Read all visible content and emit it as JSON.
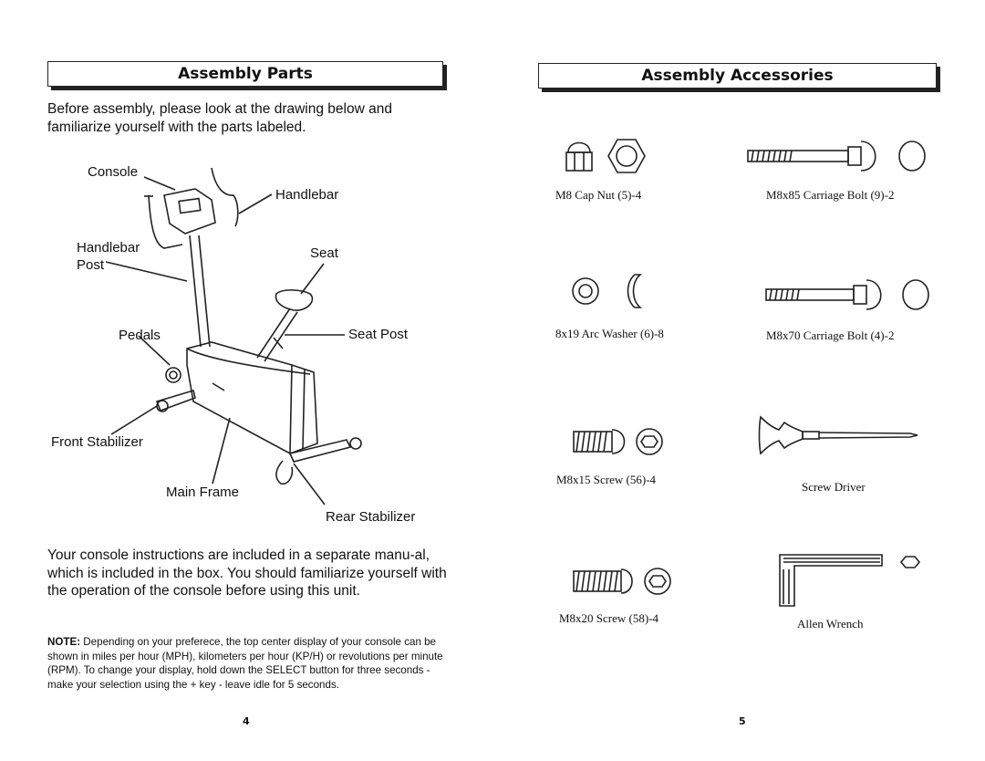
{
  "left_page": {
    "header": "Assembly Parts",
    "intro": "Before assembly, please look at the drawing below and familiarize yourself with the parts labeled.",
    "labels": {
      "console": "Console",
      "handlebar": "Handlebar",
      "handlebar_post_1": "Handlebar",
      "handlebar_post_2": "Post",
      "seat": "Seat",
      "pedals": "Pedals",
      "seat_post": "Seat Post",
      "front_stabilizer": "Front Stabilizer",
      "main_frame": "Main Frame",
      "rear_stabilizer": "Rear Stabilizer"
    },
    "body": "Your console instructions are included in a separate manu-al, which is included in the box. You should familiarize yourself with the operation of the console before using this unit.",
    "note_label": "NOTE:",
    "note_text": " Depending on your preferece, the top center display of your console can be shown in miles per hour (MPH), kilometers per hour (KP/H) or revolutions per minute (RPM). To change your display, hold down the SELECT button for three seconds - make your selection using the + key - leave idle for 5 seconds.",
    "page_number": "4"
  },
  "right_page": {
    "header": "Assembly Accessories",
    "items": {
      "cap_nut": "M8 Cap Nut (5)-4",
      "carriage_bolt_85": "M8x85 Carriage Bolt (9)-2",
      "arc_washer": "8x19 Arc Washer  (6)-8",
      "carriage_bolt_70": "M8x70 Carriage Bolt (4)-2",
      "screw_15": "M8x15 Screw (56)-4",
      "screw_driver": "Screw Driver",
      "screw_20": "M8x20 Screw (58)-4",
      "allen_wrench": "Allen Wrench"
    },
    "page_number": "5"
  }
}
